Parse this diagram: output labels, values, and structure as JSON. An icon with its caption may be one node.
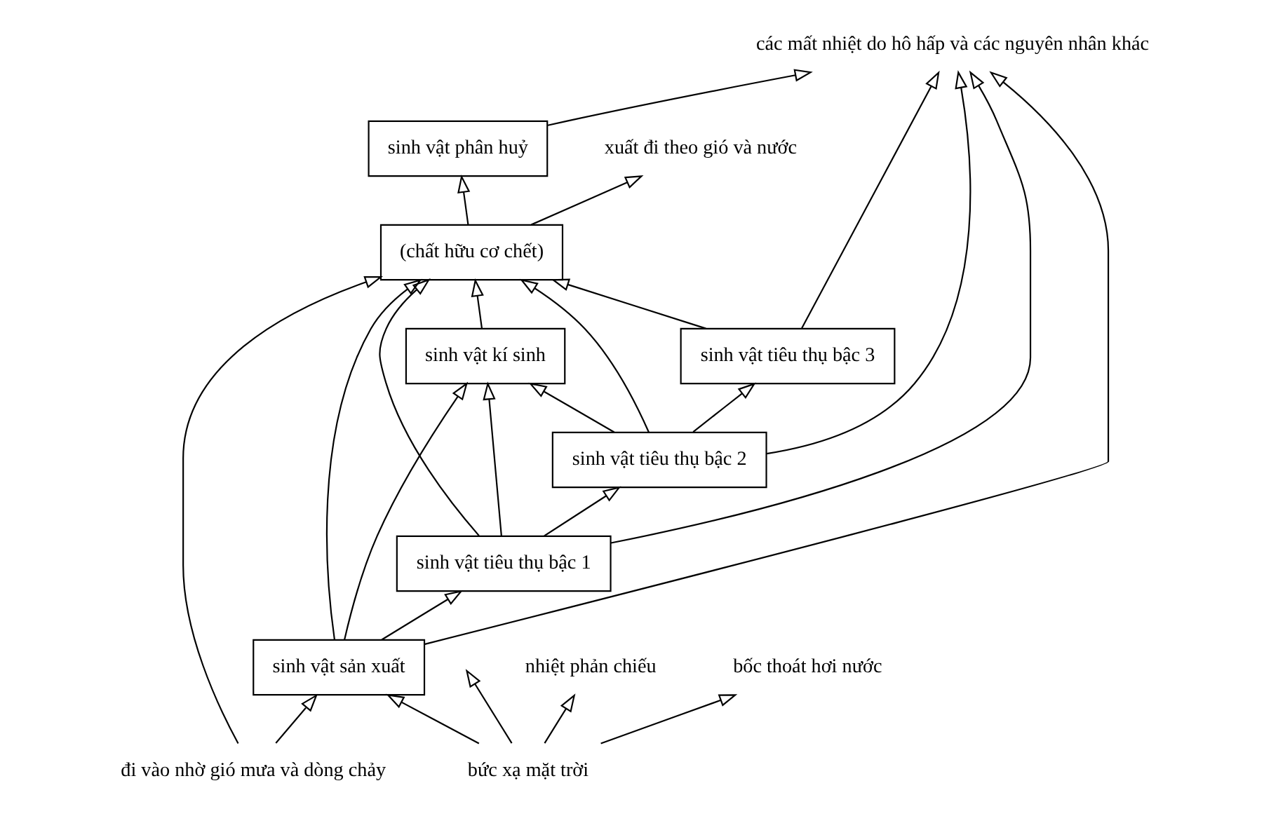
{
  "diagram": {
    "nodes": [
      {
        "text": [
          "sinh vật sản xuất"
        ]
      },
      {
        "text": [
          "sinh vật tiêu thụ bậc 1"
        ]
      },
      {
        "text": [
          "sinh vật tiêu thụ bậc 2"
        ]
      },
      {
        "text": [
          "sinh vật tiêu thụ bậc 3"
        ]
      },
      {
        "text": [
          "sinh vật kí sinh"
        ]
      },
      {
        "text": [
          "(chất hữu cơ chết)"
        ]
      },
      {
        "text": [
          "sinh vật phân huỷ"
        ]
      },
      {
        "text": [
          "nhiệt phản chiếu"
        ]
      },
      {
        "text": [
          "bốc thoát hơi nước"
        ]
      },
      {
        "text": [
          "các mất nhiệt do hô hấp và các nguyên nhân khác"
        ]
      },
      {
        "text": [
          "bức xạ mặt trời"
        ]
      },
      {
        "text": [
          "đi vào nhờ gió mưa và dòng chảy"
        ]
      },
      {
        "text": [
          "xuất đi theo gió và nước"
        ]
      }
    ],
    "edges": [
      {
        "from": 10,
        "to": 7,
        "arrow": "to"
      },
      {
        "from": 10,
        "to": 8,
        "arrow": "to"
      },
      {
        "from": 10,
        "to": null,
        "arrow": "to"
      },
      {
        "from": 10,
        "to": 0,
        "arrow": "to"
      },
      {
        "from": 11,
        "to": 0,
        "arrow": "to"
      },
      {
        "from": 11,
        "to": 5,
        "arrow": "to"
      },
      {
        "from": 0,
        "to": 1,
        "arrow": "to"
      },
      {
        "from": 1,
        "to": 2,
        "arrow": "to"
      },
      {
        "from": 2,
        "to": 3,
        "arrow": "to"
      },
      {
        "from": 0,
        "to": 9,
        "arrow": "to"
      },
      {
        "from": 1,
        "to": 9,
        "arrow": "to"
      },
      {
        "from": 2,
        "to": 9,
        "arrow": "to"
      },
      {
        "from": 3,
        "to": 9,
        "arrow": "to"
      },
      {
        "from": 6,
        "to": 9,
        "arrow": "to"
      },
      {
        "from": 0,
        "to": 4,
        "arrow": "to"
      },
      {
        "from": 1,
        "to": 4,
        "arrow": "to"
      },
      {
        "from": 2,
        "to": 4,
        "arrow": "to"
      },
      {
        "from": 0,
        "to": 5,
        "arrow": "to"
      },
      {
        "from": 1,
        "to": 5,
        "arrow": "to"
      },
      {
        "from": 2,
        "to": 5,
        "arrow": "to"
      },
      {
        "from": 3,
        "to": 5,
        "arrow": "to"
      },
      {
        "from": 4,
        "to": 5,
        "arrow": "to"
      },
      {
        "from": 5,
        "to": 6,
        "arrow": "to"
      },
      {
        "from": 5,
        "to": 12,
        "arrow": "to"
      }
    ]
  }
}
